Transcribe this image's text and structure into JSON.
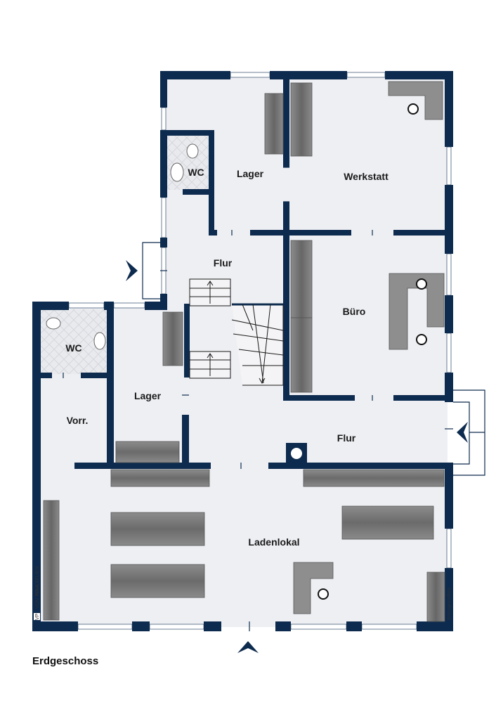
{
  "floor": {
    "title": "Erdgeschoss"
  },
  "rooms": {
    "lager_top": "Lager",
    "wc_top": "WC",
    "werkstatt": "Werkstatt",
    "flur_upper": "Flur",
    "buero": "Büro",
    "wc_left": "WC",
    "lager_left": "Lager",
    "vorr": "Vorr.",
    "flur_lower": "Flur",
    "ladenlokal": "Ladenlokal"
  },
  "watermark": {
    "brand": "VON POLL",
    "sub": "IMMOBILIEN",
    "initials": "VP"
  },
  "credit": "Immogrundriss",
  "colors": {
    "wall": "#0d2b4e",
    "floor": "#eeeff3",
    "furniture": "#7a7a7a",
    "background": "#ffffff"
  }
}
